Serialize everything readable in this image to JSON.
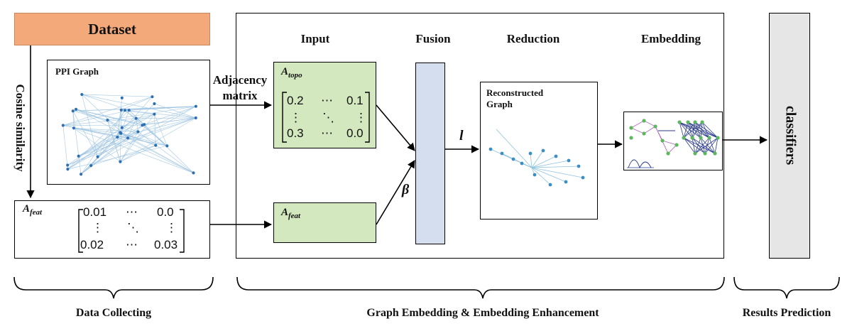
{
  "dataset": {
    "label": "Dataset",
    "fill": "#f4a97a"
  },
  "ppi_graph": {
    "title": "PPI Graph"
  },
  "cosine_label": "Cosine similarity",
  "adjacency_label_line1": "Adjacency",
  "adjacency_label_line2": "matrix",
  "a_feat_symbol": "A",
  "a_feat_sub": "feat",
  "a_topo_symbol": "A",
  "a_topo_sub": "topo",
  "feat_matrix": {
    "r1c1": "0.01",
    "r1c2": "⋯",
    "r1c3": "0.0",
    "r2c1": "⋮",
    "r2c2": "⋱",
    "r2c3": "⋮",
    "r3c1": "0.02",
    "r3c2": "⋯",
    "r3c3": "0.03"
  },
  "topo_matrix": {
    "r1c1": "0.2",
    "r1c2": "⋯",
    "r1c3": "0.1",
    "r2c1": "⋮",
    "r2c2": "⋱",
    "r2c3": "⋮",
    "r3c1": "0.3",
    "r3c2": "⋯",
    "r3c3": "0.0"
  },
  "stages": {
    "input": "Input",
    "fusion": "Fusion",
    "reduction": "Reduction",
    "embedding": "Embedding"
  },
  "beta_label": "β",
  "l_label": "l",
  "reconstructed_line1": "Reconstructed",
  "reconstructed_line2": "Graph",
  "classifiers_label": "classifiers",
  "bottom": {
    "data_collecting": "Data Collecting",
    "graph_embedding": "Graph Embedding & Embedding Enhancement",
    "results_prediction": "Results Prediction"
  },
  "colors": {
    "green": "#d3e8bf",
    "blue": "#d5deee",
    "gray": "#e6e6e6",
    "edge": "#9cc3e0",
    "node": "#2f6fb0"
  }
}
